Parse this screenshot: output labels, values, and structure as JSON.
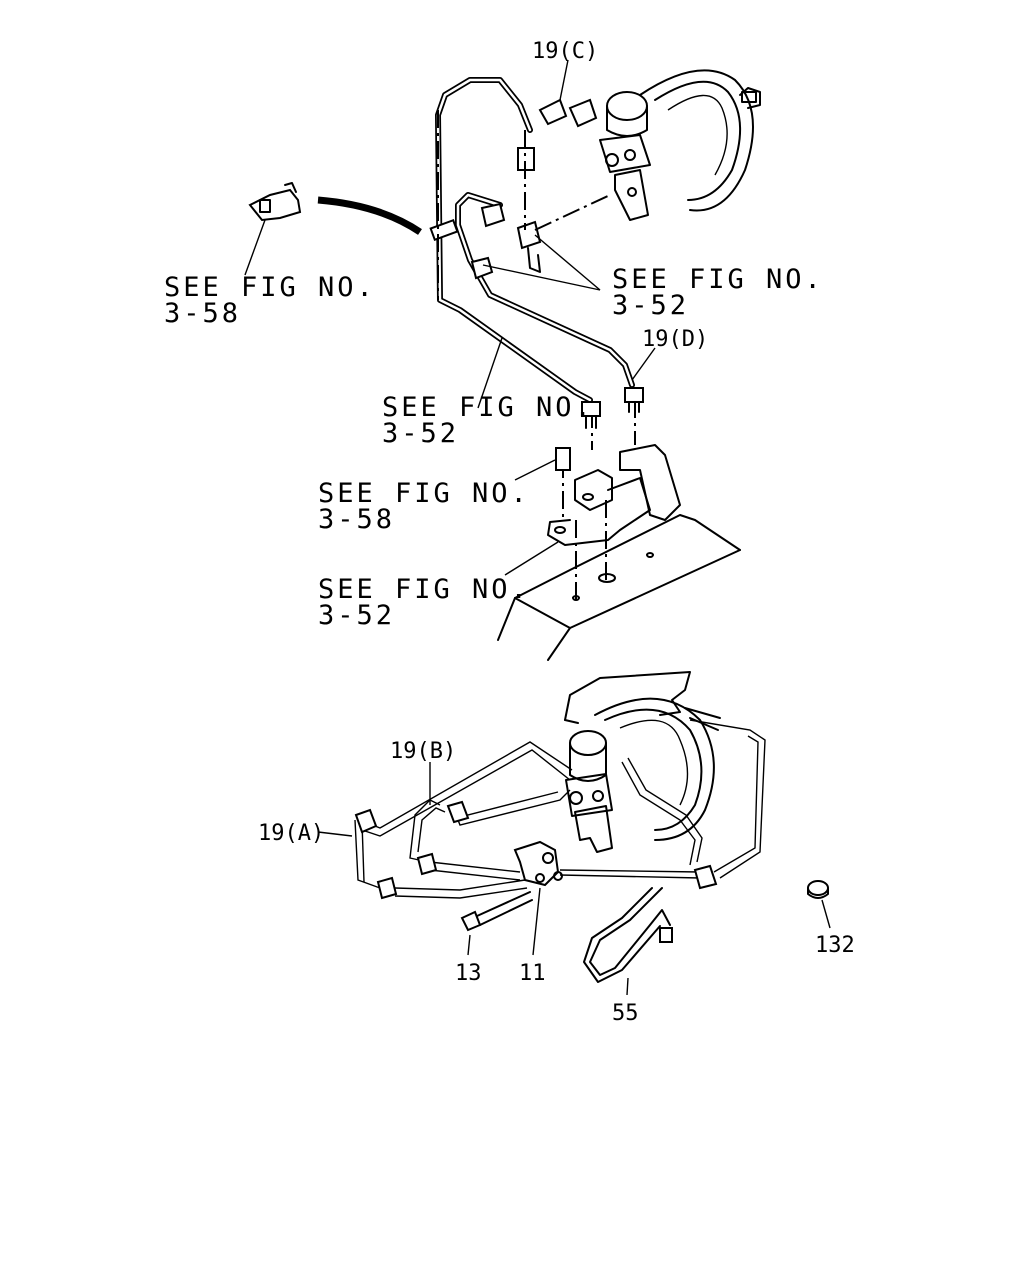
{
  "refs": {
    "fig_3_58_top": [
      "SEE FIG NO.",
      "3-58"
    ],
    "fig_3_52_top": [
      "SEE FIG NO.",
      "3-52"
    ],
    "fig_3_52_mid": [
      "SEE FIG NO.",
      "3-52"
    ],
    "fig_3_58_mid": [
      "SEE FIG NO.",
      "3-58"
    ],
    "fig_3_52_low": [
      "SEE FIG NO.",
      "3-52"
    ]
  },
  "parts": {
    "p19c": "19(C)",
    "p19d": "19(D)",
    "p19b": "19(B)",
    "p19a": "19(A)",
    "p13": "13",
    "p11": "11",
    "p55": "55",
    "p132": "132"
  }
}
